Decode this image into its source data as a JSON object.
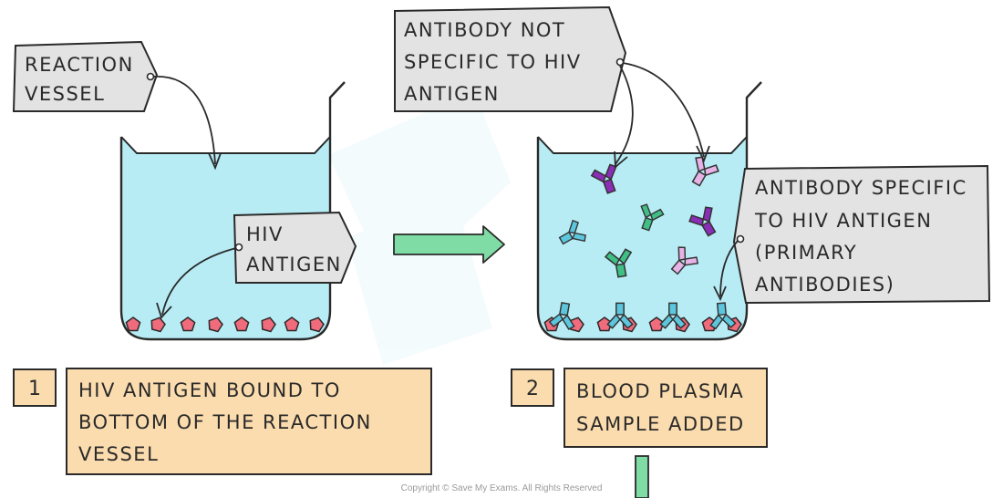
{
  "labels": {
    "reaction_vessel": [
      "REACTION",
      "VESSEL"
    ],
    "hiv_antigen": [
      "HIV",
      "ANTIGEN"
    ],
    "antibody_not_specific": [
      "ANTIBODY NOT",
      "SPECIFIC TO HIV",
      "ANTIGEN"
    ],
    "antibody_specific": [
      "ANTIBODY SPECIFIC",
      "TO HIV ANTIGEN",
      "(PRIMARY",
      "ANTIBODIES)"
    ]
  },
  "steps": [
    {
      "number": "1",
      "lines": [
        "HIV ANTIGEN BOUND TO",
        "BOTTOM OF THE REACTION",
        "VESSEL"
      ]
    },
    {
      "number": "2",
      "lines": [
        "BLOOD PLASMA",
        "SAMPLE ADDED"
      ]
    }
  ],
  "copyright": "Copyright © Save My Exams. All Rights Reserved",
  "colors": {
    "liquid": "#b7ecf5",
    "antigen": "#f06b7c",
    "label_box": "#e3e3e3",
    "step_box": "#fbdcae",
    "arrow": "#7fdca5",
    "antibody_specific": "#5cc6dd",
    "antibody_purple": "#8a2eb8",
    "antibody_green": "#3fbf86",
    "antibody_pink": "#e6b3e6"
  }
}
